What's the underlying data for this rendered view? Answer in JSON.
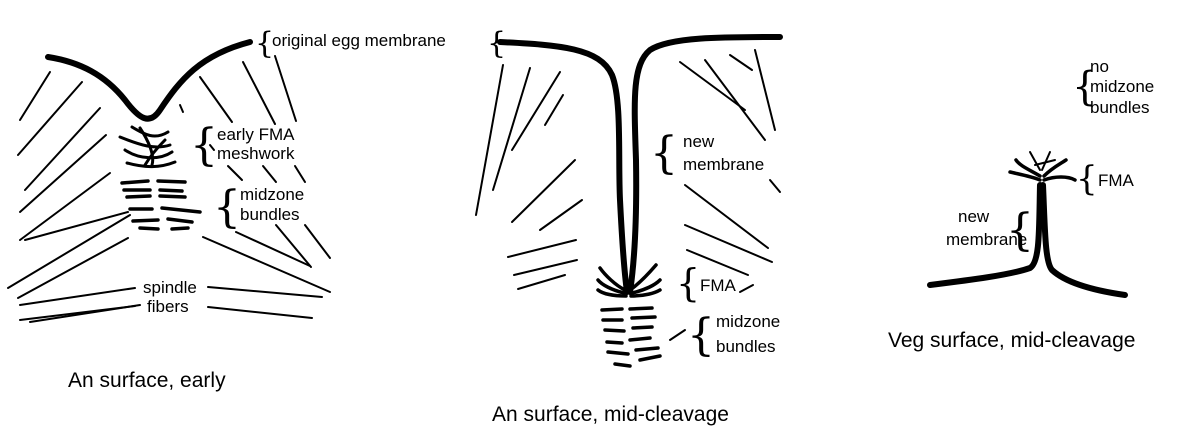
{
  "labels": {
    "original_egg_membrane": "original egg membrane",
    "early_fma_line1": "early FMA",
    "early_fma_line2": "meshwork",
    "midzone1_line1": "midzone",
    "midzone1_line2": "bundles",
    "spindle": "spindle",
    "fibers": "fibers",
    "new_membrane2_line1": "new",
    "new_membrane2_line2": "membrane",
    "fma2": "FMA",
    "midzone2_line1": "midzone",
    "midzone2_line2": "bundles",
    "no_midzone_line1": "no",
    "no_midzone_line2": "midzone",
    "no_midzone_line3": "bundles",
    "fma3": "FMA",
    "new_membrane3_line1": "new",
    "new_membrane3_line2": "membrane"
  },
  "captions": {
    "left": "An surface, early",
    "middle": "An surface, mid-cleavage",
    "right": "Veg surface, mid-cleavage"
  }
}
